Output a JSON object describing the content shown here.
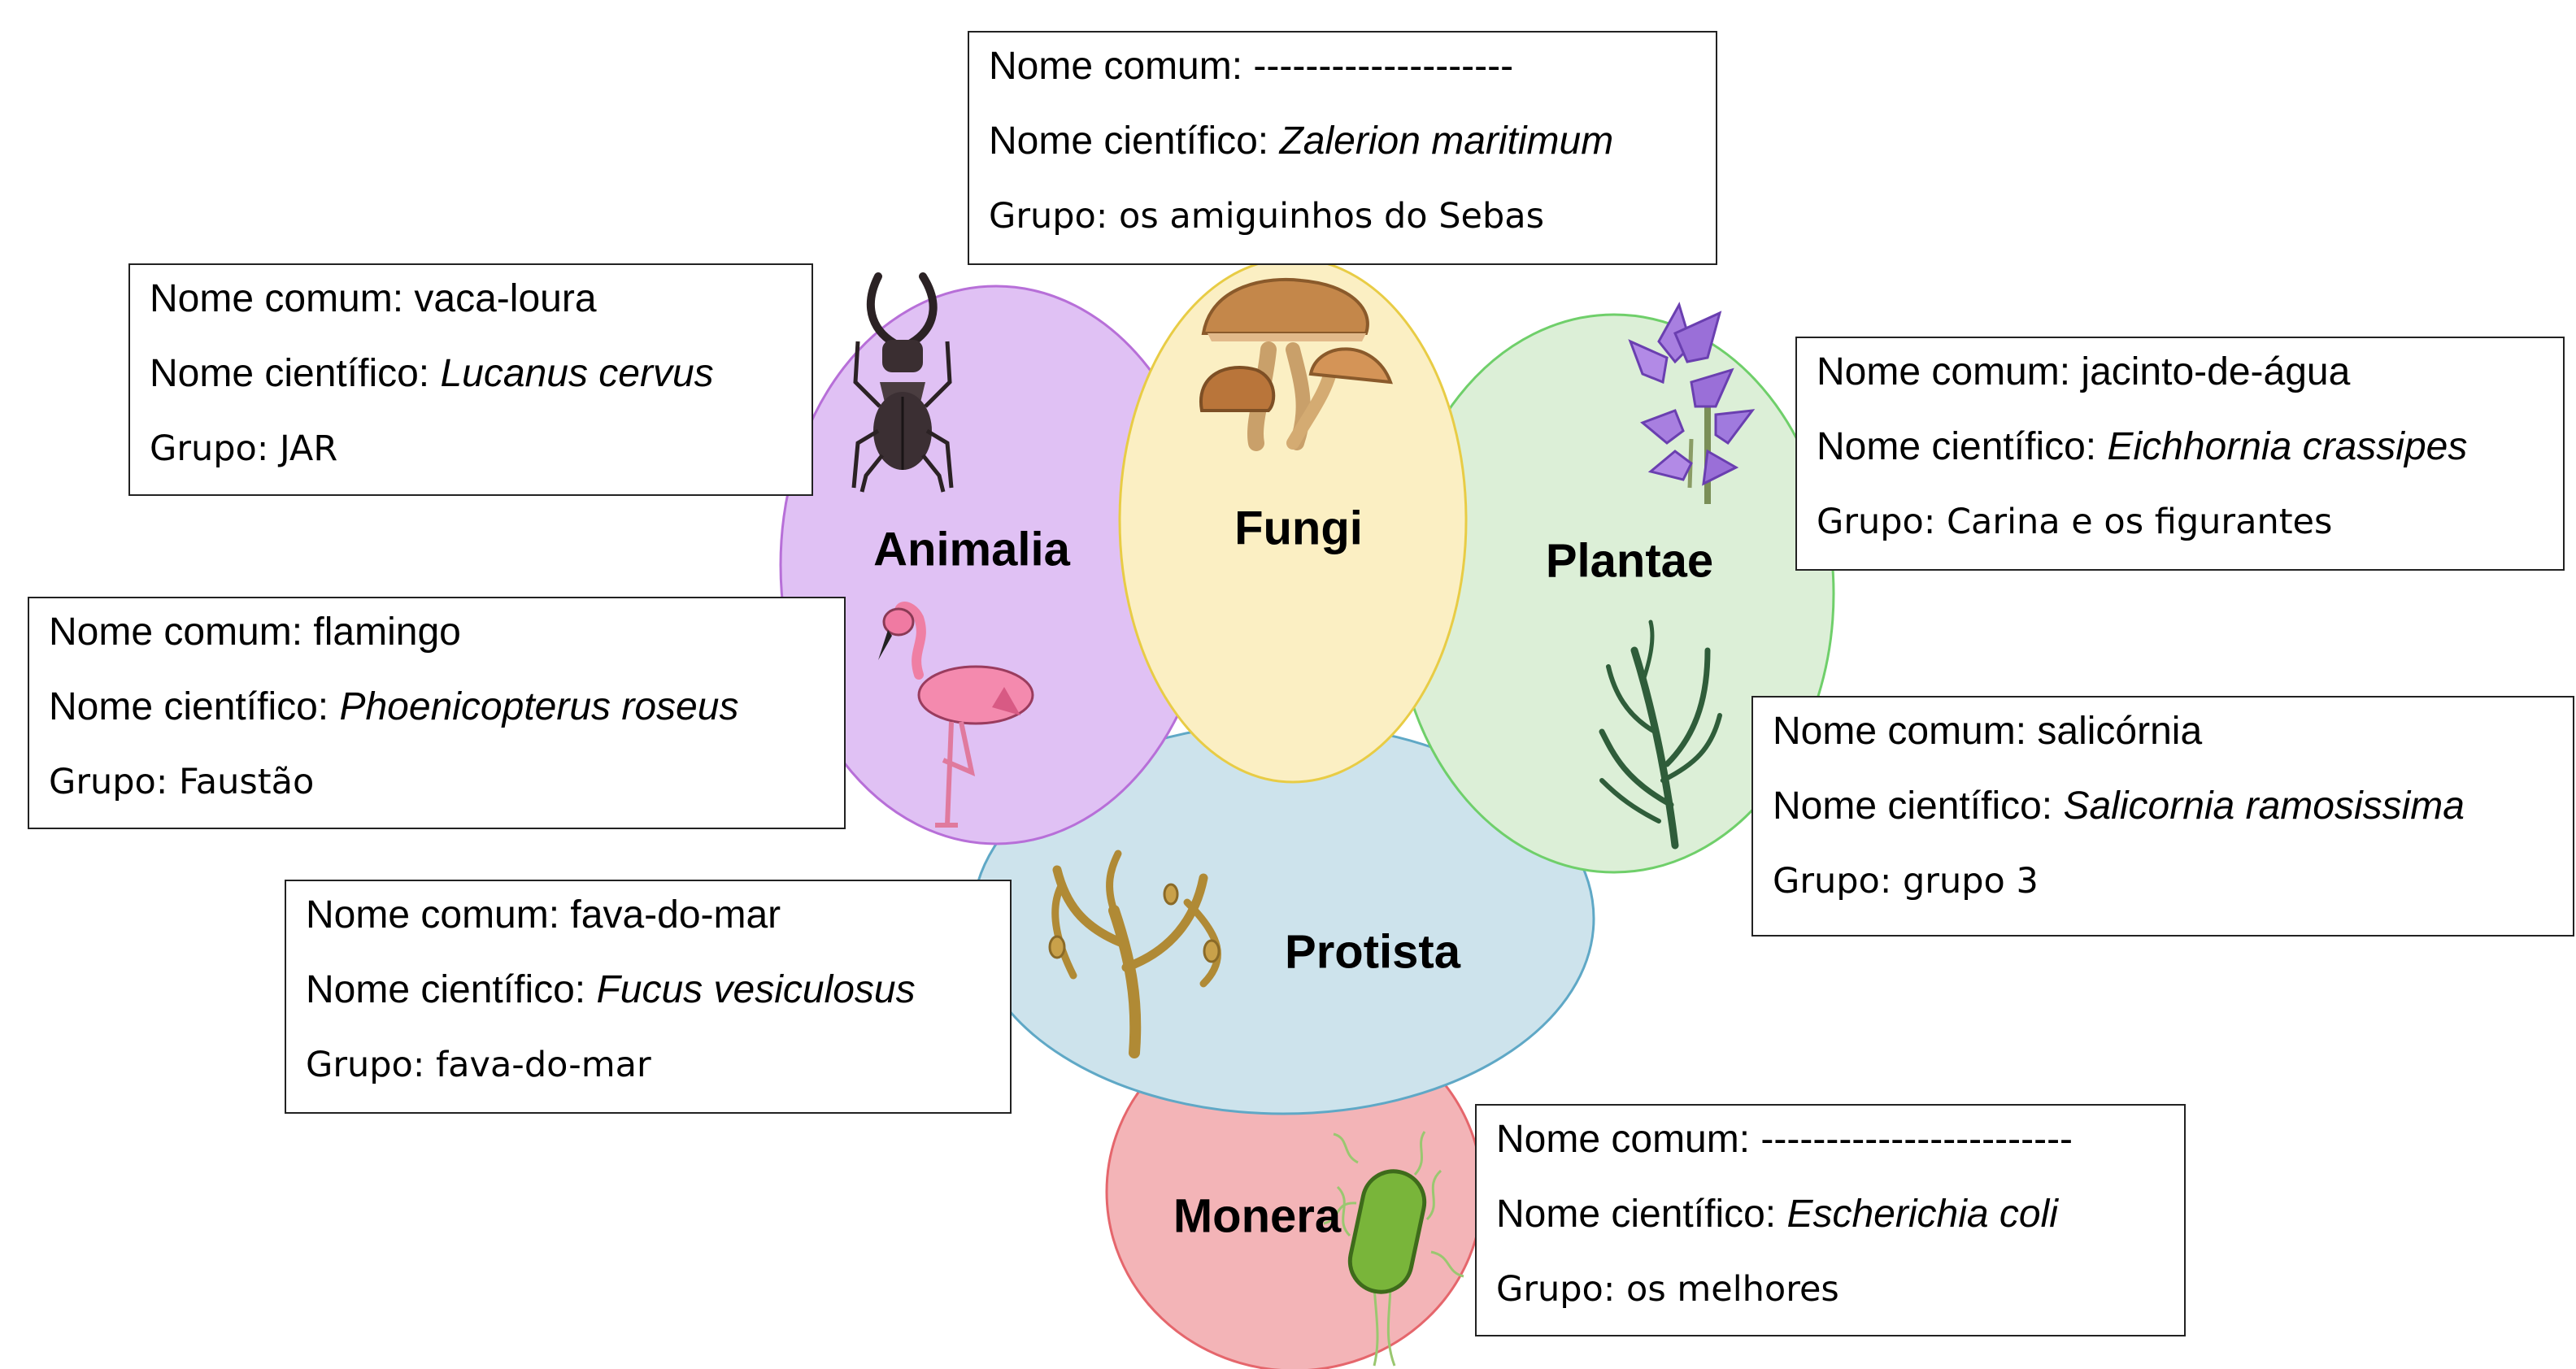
{
  "kingdoms": {
    "animalia": {
      "label": "Animalia",
      "fill": "#e0c1f4",
      "stroke": "#b76fd8"
    },
    "fungi": {
      "label": "Fungi",
      "fill": "#fbefc3",
      "stroke": "#e8cc45"
    },
    "plantae": {
      "label": "Plantae",
      "fill": "#dcefd7",
      "stroke": "#6fcf6a"
    },
    "protista": {
      "label": "Protista",
      "fill": "#cde3ec",
      "stroke": "#5fa8c6"
    },
    "monera": {
      "label": "Monera",
      "fill": "#f3b4b7",
      "stroke": "#e5666c"
    }
  },
  "cards": {
    "fungi": {
      "common_label": "Nome comum: ",
      "common": "--------------------",
      "sci_label": "Nome científico: ",
      "sci": "Zalerion maritimum",
      "group": "Grupo: os amiguinhos do Sebas"
    },
    "beetle": {
      "common_label": "Nome comum: ",
      "common": "vaca-loura",
      "sci_label": "Nome científico: ",
      "sci": "Lucanus cervus",
      "group": "Grupo: JAR"
    },
    "hyacinth": {
      "common_label": "Nome comum: ",
      "common": "jacinto-de-água",
      "sci_label": "Nome científico: ",
      "sci": "Eichhornia crassipes",
      "group": "Grupo: Carina e os figurantes"
    },
    "flamingo": {
      "common_label": "Nome comum: ",
      "common": "flamingo",
      "sci_label": "Nome científico: ",
      "sci": "Phoenicopterus roseus",
      "group": "Grupo: Faustão"
    },
    "salicornia": {
      "common_label": "Nome comum: ",
      "common": "salicórnia",
      "sci_label": "Nome científico: ",
      "sci": "Salicornia ramosissima",
      "group": "Grupo: grupo 3"
    },
    "fucus": {
      "common_label": "Nome comum: ",
      "common": "fava-do-mar",
      "sci_label": "Nome científico: ",
      "sci": "Fucus vesiculosus",
      "group": "Grupo: fava-do-mar"
    },
    "ecoli": {
      "common_label": "Nome comum: ",
      "common": "------------------------",
      "sci_label": "Nome científico: ",
      "sci": "Escherichia coli",
      "group": "Grupo: os melhores"
    }
  },
  "icons": {
    "beetle": "stag-beetle-icon",
    "mushroom": "mushroom-icon",
    "hyacinth": "water-hyacinth-icon",
    "flamingo": "flamingo-icon",
    "salicornia": "salicornia-icon",
    "fucus": "bladderwrack-icon",
    "ecoli": "bacterium-icon"
  }
}
